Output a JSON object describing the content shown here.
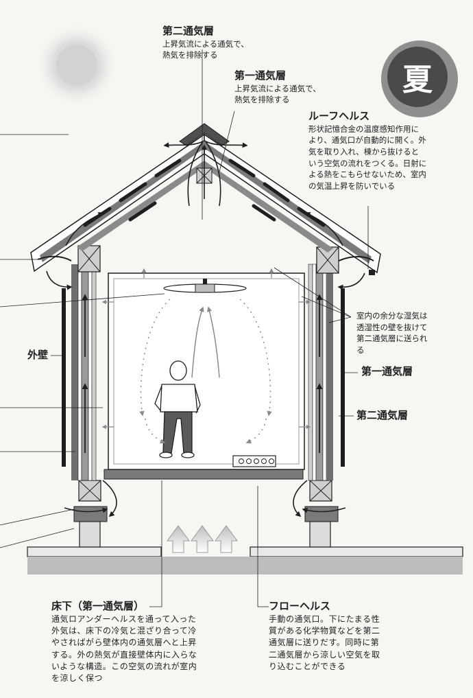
{
  "season": "夏",
  "labels": {
    "second_layer_top": {
      "title": "第二通気層",
      "lines": [
        "上昇気流による通気で、",
        "熱気を排除する"
      ]
    },
    "first_layer_top": {
      "title": "第一通気層",
      "lines": [
        "上昇気流による通気で、",
        "熱気を排除する"
      ]
    },
    "roof_hels": {
      "title": "ルーフヘルス",
      "lines": [
        "形状記憶合金の温度感知作用に",
        "より、通気口が自動的に開く。外",
        "気を取り入れ、棟から抜けると",
        "いう空気の流れをつくる。日射に",
        "よる熱をこもらせないため、室内",
        "の気温上昇を防いでいる"
      ]
    },
    "humidity": {
      "lines": [
        "室内の余分な湿気は",
        "透湿性の壁を抜けて",
        "第二通気層に送られ",
        "る"
      ]
    },
    "first_layer_side": "第一通気層",
    "second_layer_side": "第二通気層",
    "outer_wall": "外壁",
    "underfloor": {
      "title": "床下（第一通気層）",
      "lines": [
        "通気ロアンダーヘルスを通って入った",
        "外気は、床下の冷気と混ざり合って冷",
        "やさればがら壁体内の通気層へと上昇",
        "する。外の熱気が直接壁体内に入らな",
        "いような構造。この空気の流れが室内",
        "を涼しく保つ"
      ]
    },
    "floor_hels": {
      "title": "フローヘルス",
      "lines": [
        "手動の通気口。下にたまる性",
        "質がある化学物質などを第二",
        "通気層に送りだす。同時に第",
        "二通気層から涼しい空気を取",
        "り込むことができる"
      ]
    }
  }
}
